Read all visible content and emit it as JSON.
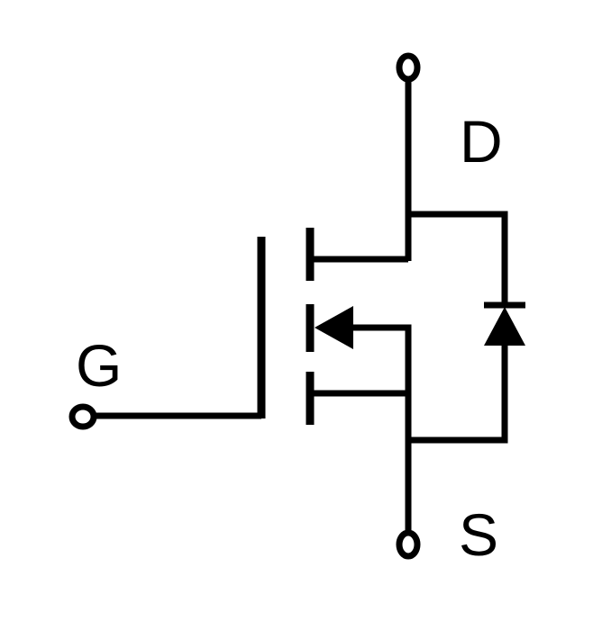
{
  "diagram": {
    "pins": {
      "gate": "G",
      "drain": "D",
      "source": "S"
    }
  },
  "colors": {
    "stroke": "#000000",
    "terminal_fill": "#ffffff",
    "background": "#ffffff"
  }
}
